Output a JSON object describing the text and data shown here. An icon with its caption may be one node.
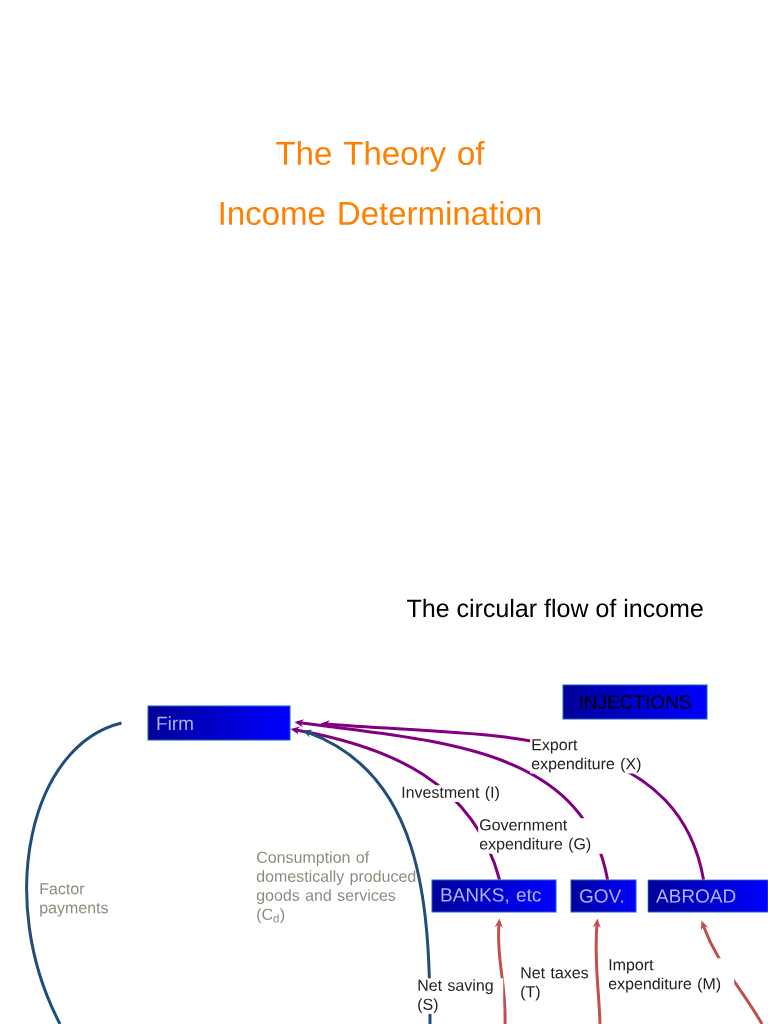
{
  "diagram": {
    "title": "The Theory of Income Determination",
    "nodes": [
      {
        "text": [
          "Firm"
        ]
      },
      {
        "text": [
          "INJECTIONS"
        ]
      },
      {
        "text": [
          "BANKS, etc"
        ]
      },
      {
        "text": [
          "GOV."
        ]
      },
      {
        "text": [
          "ABROAD"
        ]
      }
    ],
    "edges": [
      {
        "from": 2,
        "to": 0,
        "arrow": "to",
        "label": "Investment (I)",
        "color": "#800080"
      },
      {
        "from": 3,
        "to": 0,
        "arrow": "to",
        "label": "Government expenditure (G)",
        "color": "#800080"
      },
      {
        "from": 4,
        "to": 0,
        "arrow": "to",
        "label": "Export expenditure (X)",
        "color": "#800080"
      },
      {
        "from": null,
        "to": 0,
        "arrow": "to",
        "label": "Consumption of domestically produced goods and services (C$_{d}$)",
        "color": "#1f4e79"
      },
      {
        "from": 0,
        "to": null,
        "arrow": "none",
        "label": "Factor payments",
        "color": "#1f4e79"
      },
      {
        "from": null,
        "to": 2,
        "arrow": "to",
        "label": "Net saving (S)",
        "color": "#c0504d"
      },
      {
        "from": null,
        "to": 3,
        "arrow": "to",
        "label": "Net taxes (T)",
        "color": "#c0504d"
      },
      {
        "from": null,
        "to": 4,
        "arrow": "to",
        "label": "Import expenditure (M)",
        "color": "#c0504d"
      }
    ],
    "labels": [
      "The circular flow of income"
    ]
  }
}
